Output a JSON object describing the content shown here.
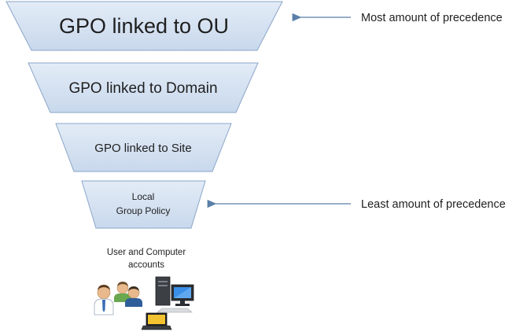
{
  "tiers": [
    {
      "label": "GPO linked to OU"
    },
    {
      "label": "GPO linked to Domain"
    },
    {
      "label": "GPO linked to Site"
    },
    {
      "lines": [
        "Local",
        "Group Policy"
      ]
    }
  ],
  "annotations": {
    "most": "Most amount of precedence",
    "least": "Least amount of precedence"
  },
  "accounts_caption": [
    "User and Computer",
    "accounts"
  ],
  "icons": [
    "user-icon",
    "user-group-icon",
    "desktop-computer-icon",
    "laptop-icon"
  ],
  "colors": {
    "tier_fill_top": "#dde8f5",
    "tier_fill_bottom": "#c9d9ec",
    "tier_stroke": "#8aa6c8",
    "arrow": "#5b7fa8"
  }
}
